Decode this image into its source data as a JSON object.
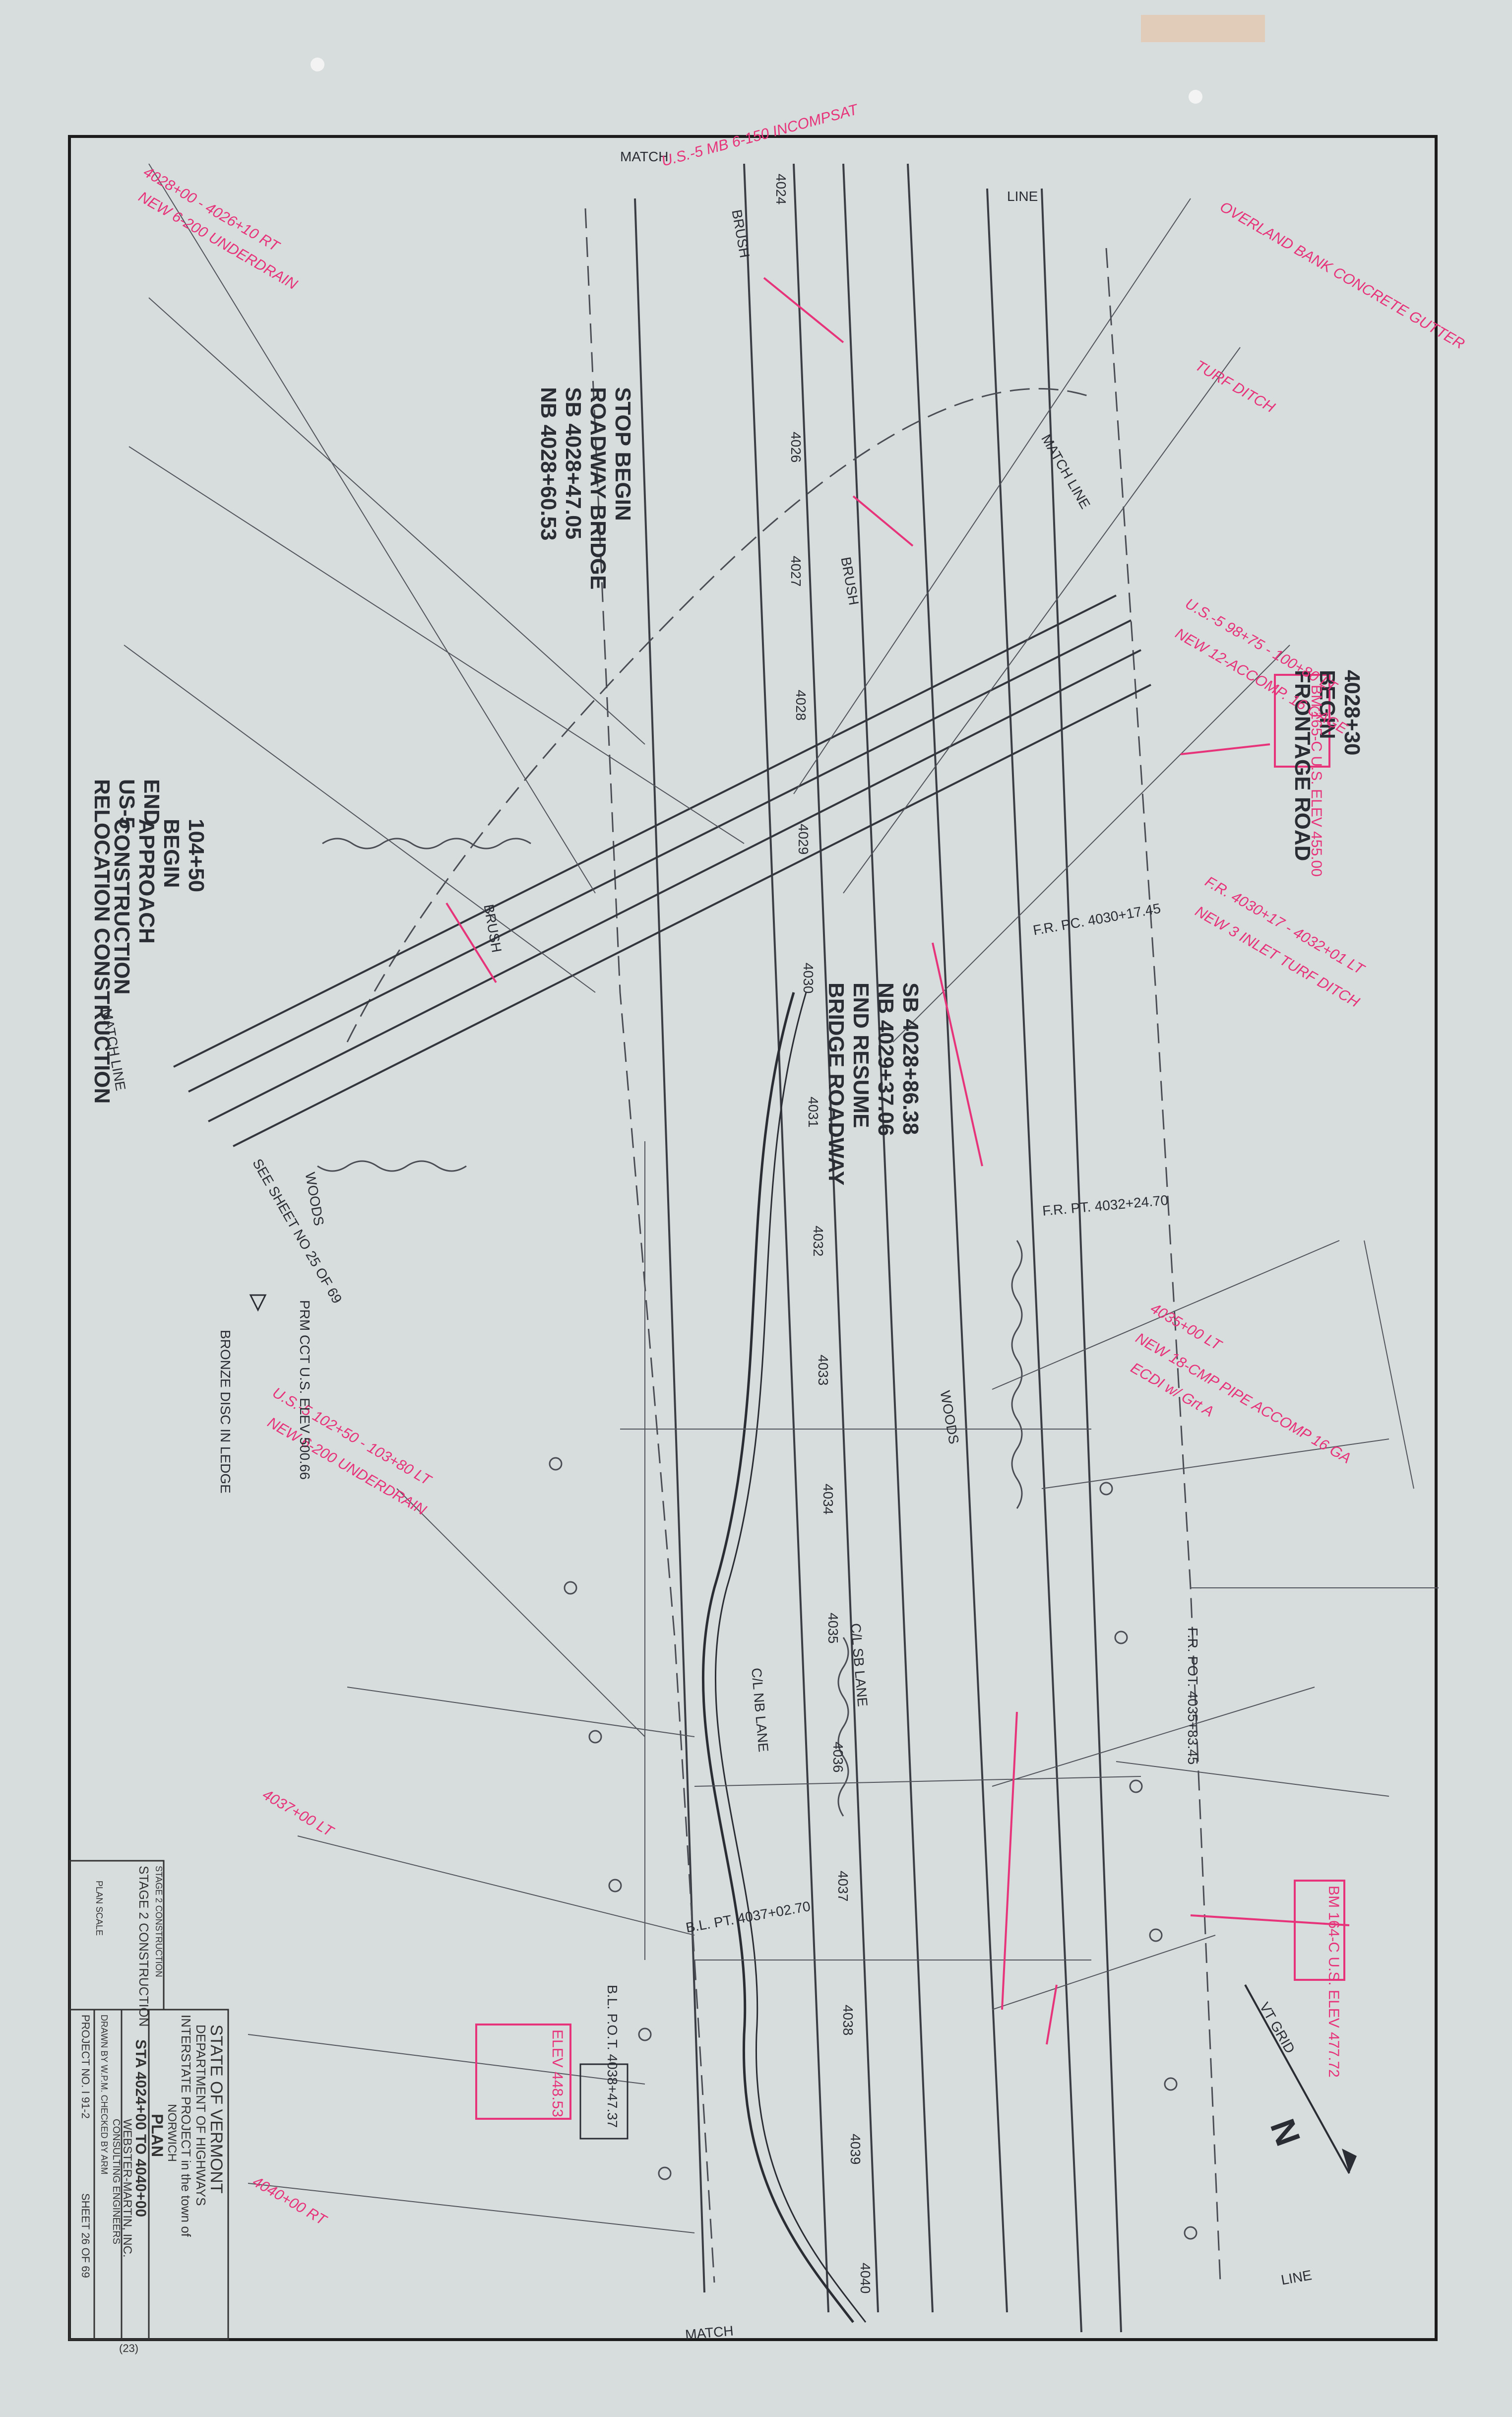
{
  "colors": {
    "paper": "#d7dcdc",
    "ink": "#2a2d33",
    "redline": "#e6337a",
    "border": "#1c1c1c"
  },
  "match_line": {
    "top": "MATCH",
    "top2": "LINE",
    "right_top": "MATCH LINE",
    "left": "MATCH LINE",
    "bottom": "MATCH",
    "bottom_right": "LINE"
  },
  "callouts": {
    "stop_bridge": [
      "STOP  BEGIN",
      "ROADWAY BRIDGE",
      "SB 4028+47.05",
      "NB 4028+60.53"
    ],
    "frontage": [
      "4028+30",
      "BEGIN",
      "FRONTAGE ROAD"
    ],
    "end_us5": [
      "END",
      "US-5",
      "RELOCATION CONSTRUCTION"
    ],
    "begin_approach": [
      "104+50",
      "BEGIN",
      "APPROACH",
      "CONSTRUCTION"
    ],
    "end_bridge": [
      "SB 4028+86.38",
      "NB 4029+37.06",
      "END   RESUME",
      "BRIDGE  ROADWAY"
    ]
  },
  "labels": {
    "brush": "BRUSH",
    "woods": "WOODS",
    "see_sheet": "SEE SHEET NO 25 OF 69",
    "bronze_disc": "BRONZE DISC IN LEDGE",
    "cl_nb_lane": "C/L NB LANE",
    "cl_sb_lane": "C/L SB LANE",
    "north": "N",
    "grid": "VT GRID",
    "frpt": "F.R. PT. 4032+24.70",
    "frpc": "F.R. PC. 4030+17.45",
    "frpot": "F.R. POT. 4035+83.45",
    "bl_pot": "B.L. P.O.T. 4038+47.37",
    "bl_pt": "B.L. PT. 4037+02.70"
  },
  "stations": [
    "4024",
    "4026",
    "4027",
    "4028",
    "4029",
    "4030",
    "4031",
    "4032",
    "4033",
    "4034",
    "4035",
    "4036",
    "4037",
    "4038",
    "4039",
    "4040"
  ],
  "redlines": [
    "U.S.-5 MB 6-150 INCOMPSAT",
    "4028+00 - 4026+10 RT",
    "NEW 6-200 UNDERDRAIN",
    "OVERLAND BANK CONCRETE GUTTER",
    "TURF DITCH",
    "U.S.-5 98+75 - 100+80 LT",
    "NEW 12-ACCOMP. 16 GAGE",
    "F.R. 4030+17 - 4032+01 LT",
    "NEW 3 INLET TURF DITCH",
    "4035+00 LT",
    "NEW 18-CMP PIPE ACCOMP 16 GA",
    "ECDI w/ Grt A",
    "U.S.-5 102+50 - 103+80 LT",
    "NEW 6-200 UNDERDRAIN",
    "4037+00 LT",
    "4040+00 RT"
  ],
  "bench_marks": [
    "BM 165-C  U.S. ELEV  455.00",
    "BM 164-C  U.S. ELEV  477.72",
    "ELEV 448.53",
    "PRM CCT U.S. ELEV 500.66"
  ],
  "title_block": {
    "state": "STATE OF VERMONT",
    "dept": "DEPARTMENT OF HIGHWAYS",
    "project": "INTERSTATE PROJECT in the town of",
    "town": "NORWICH",
    "plan": "PLAN",
    "sta": "STA 4024+00 TO 4040+00",
    "eng": "WEBSTER-MARTIN, INC.",
    "eng2": "CONSULTING ENGINEERS",
    "drawn": "DRAWN BY  W.P.M.  CHECKED BY  ARM",
    "proj_no": "PROJECT NO.  I 91-2",
    "sheet": "SHEET  26  OF  69",
    "scale": "PLAN SCALE",
    "stage1": "STAGE 2 CONSTRUCTION",
    "stage2": "STAGE 2 CONSTRUCTION",
    "page": "(23)"
  }
}
